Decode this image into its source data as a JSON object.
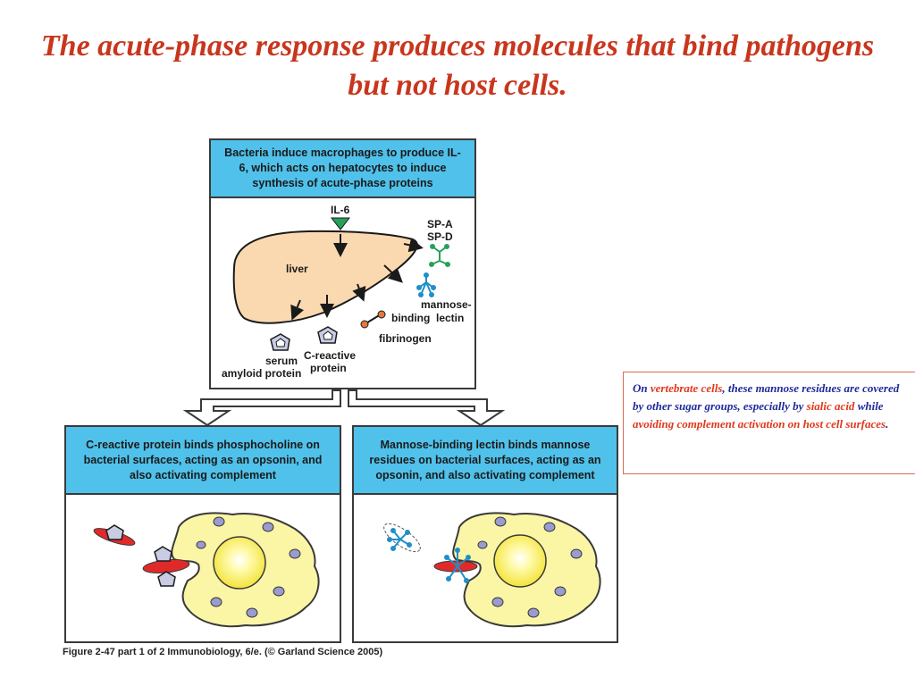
{
  "slide": {
    "title": "The acute-phase response produces molecules that bind pathogens but not host cells."
  },
  "top_panel": {
    "header": "Bacteria induce macrophages to produce IL-6, which acts on hepatocytes to induce synthesis of acute-phase proteins",
    "labels": {
      "il6": "IL-6",
      "sp_a": "SP-A",
      "sp_d": "SP-D",
      "liver": "liver",
      "mannose": "mannose-",
      "binding": "binding",
      "lectin": "lectin",
      "fibrinogen": "fibrinogen",
      "serum": "serum",
      "amyloid": "amyloid protein",
      "crp_line1": "C-reactive",
      "crp_line2": "protein"
    }
  },
  "left_panel": {
    "header": "C-reactive protein binds phosphocholine on bacterial surfaces, acting as an opsonin, and also activating complement"
  },
  "right_panel": {
    "header": "Mannose-binding lectin binds mannose residues on bacterial surfaces, acting as an opsonin, and also activating complement"
  },
  "note": {
    "p1": "On ",
    "p2": "vertebrate cells",
    "p3": ",  these mannose residues are covered by other sugar groups, especially by ",
    "p4": "sialic acid",
    "p5": " while ",
    "p6": "avoiding complement activation on host cell surfaces",
    "p7": "."
  },
  "caption": "Figure 2-47 part 1 of 2  Immunobiology, 6/e. (© Garland Science 2005)",
  "colors": {
    "title": "#c8361d",
    "header_bg": "#4fc1ea",
    "liver": "#fbd9b0",
    "macrophage": "#fbf6a6",
    "bacteria": "#e02a2a",
    "lectin": "#1f8fc8",
    "surfactant": "#27a05a"
  }
}
